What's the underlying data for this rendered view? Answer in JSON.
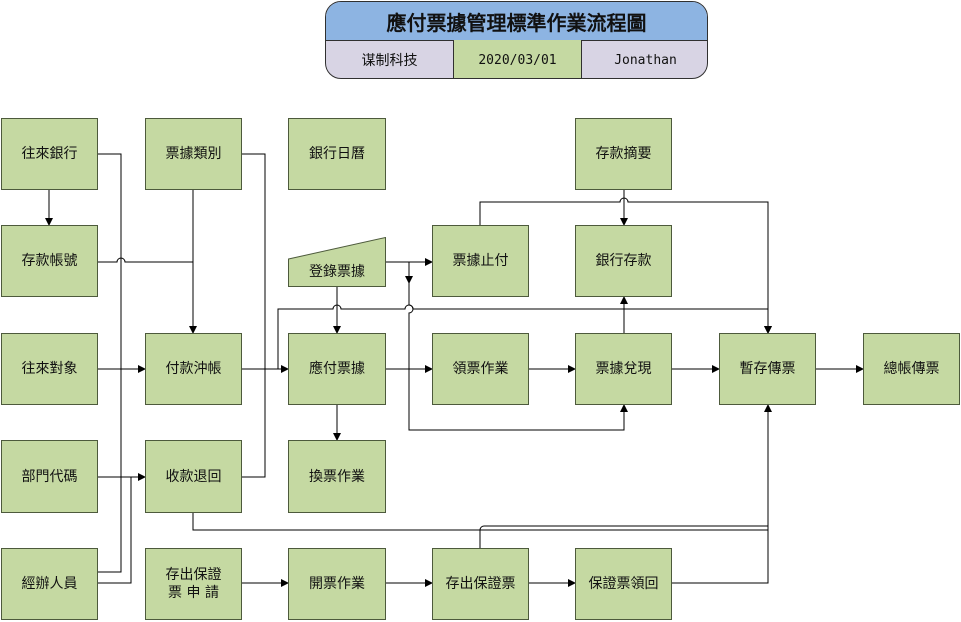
{
  "header": {
    "title": "應付票據管理標準作業流程圖",
    "company": "谋制科技",
    "date": "2020/03/01",
    "author": "Jonathan"
  },
  "nodes": {
    "bank": "往來銀行",
    "bill_type": "票據類別",
    "bank_calendar": "銀行日曆",
    "deposit_summary": "存款摘要",
    "account_no": "存款帳號",
    "register_bills": "登錄票據",
    "stop_payment": "票據止付",
    "bank_deposit": "銀行存款",
    "counterparty": "往來對象",
    "payment_writeoff": "付款沖帳",
    "notes_payable": "應付票據",
    "collect_bills": "領票作業",
    "bill_redeem": "票據兌現",
    "temp_voucher": "暫存傳票",
    "gl_voucher": "總帳傳票",
    "dept_code": "部門代碼",
    "refund_return": "收款退回",
    "exchange_bills": "換票作業",
    "handler": "經辦人員",
    "guarantee_request": "存出保證\n票  申 請",
    "issue_bills": "開票作業",
    "deposit_guarantee": "存出保證票",
    "guarantee_return": "保證票領回"
  },
  "colors": {
    "node_fill": "#c5d9a2",
    "title_bar": "#8db4e2",
    "meta_fill": "#d8d4e4",
    "line": "#000000"
  }
}
